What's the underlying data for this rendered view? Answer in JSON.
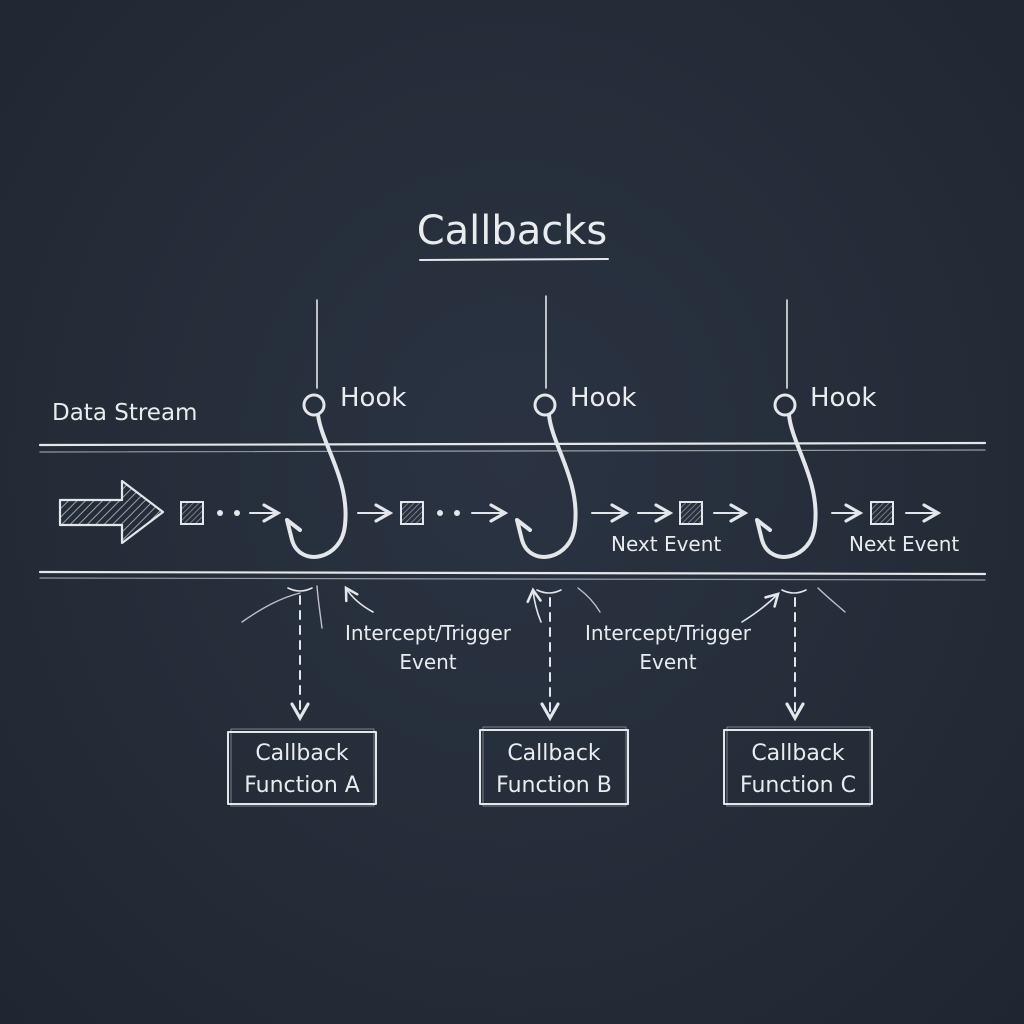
{
  "title": "Callbacks",
  "stream_label": "Data Stream",
  "hooks": [
    {
      "label": "Hook"
    },
    {
      "label": "Hook"
    },
    {
      "label": "Hook"
    }
  ],
  "next_event_labels": [
    "Next Event",
    "Next Event"
  ],
  "intercept_labels": [
    {
      "line1": "Intercept/Trigger",
      "line2": "Event"
    },
    {
      "line1": "Intercept/Trigger",
      "line2": "Event"
    }
  ],
  "callbacks": [
    {
      "line1": "Callback",
      "line2": "Function A"
    },
    {
      "line1": "Callback",
      "line2": "Function B"
    },
    {
      "line1": "Callback",
      "line2": "Function C"
    }
  ],
  "colors": {
    "background": "#252d3a",
    "chalk": "#e9ecef"
  }
}
